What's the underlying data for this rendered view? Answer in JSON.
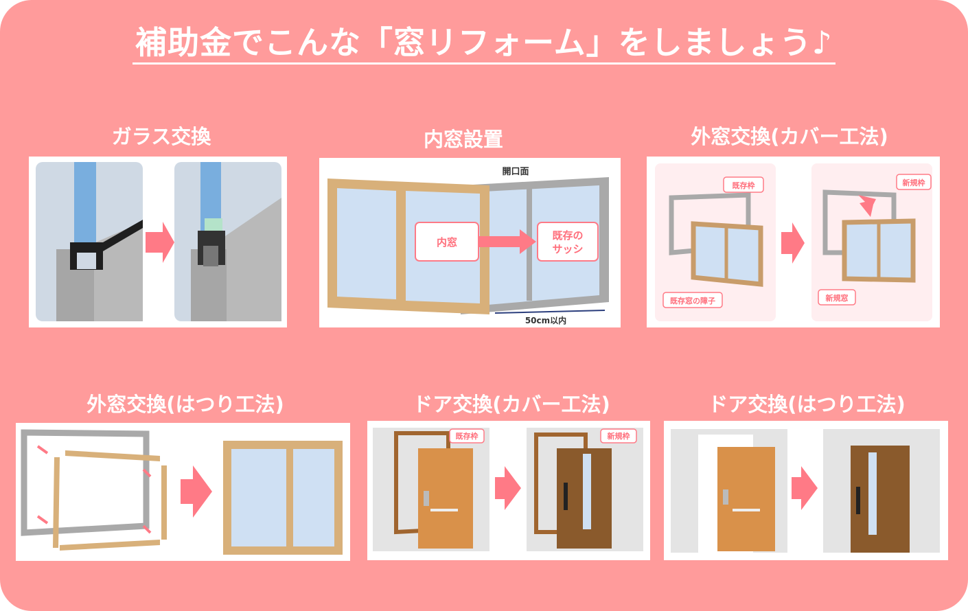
{
  "title": "補助金でこんな「窓リフォーム」をしましょう♪",
  "colors": {
    "background": "#ff9b9b",
    "accent_pink": "#ff7a86",
    "glass_blue": "#c9ddf2",
    "frame_wood": "#d8b07a",
    "frame_gray": "#a9a9a9",
    "door_orange": "#d9914a",
    "door_brown": "#8a5a2c"
  },
  "cards": [
    {
      "label": "ガラス交換",
      "icon": "glass-replacement-illustration"
    },
    {
      "label": "内窓設置",
      "icon": "inner-window-illustration",
      "annotations": {
        "opening": "開口面",
        "inner": "内窓",
        "existing": "既存の",
        "existing2": "サッシ",
        "distance": "50cm以内"
      }
    },
    {
      "label": "外窓交換(カバー工法)",
      "icon": "window-cover-method-illustration",
      "annotations": {
        "existing_frame": "既存枠",
        "existing_sash": "既存窓の障子",
        "new_frame": "新規枠",
        "new_window": "新規窓"
      }
    },
    {
      "label": "外窓交換(はつり工法)",
      "icon": "window-chipping-method-illustration"
    },
    {
      "label": "ドア交換(カバー工法)",
      "icon": "door-cover-method-illustration",
      "annotations": {
        "existing_frame": "既存枠",
        "new_frame": "新規枠"
      }
    },
    {
      "label": "ドア交換(はつり工法)",
      "icon": "door-chipping-method-illustration"
    }
  ]
}
